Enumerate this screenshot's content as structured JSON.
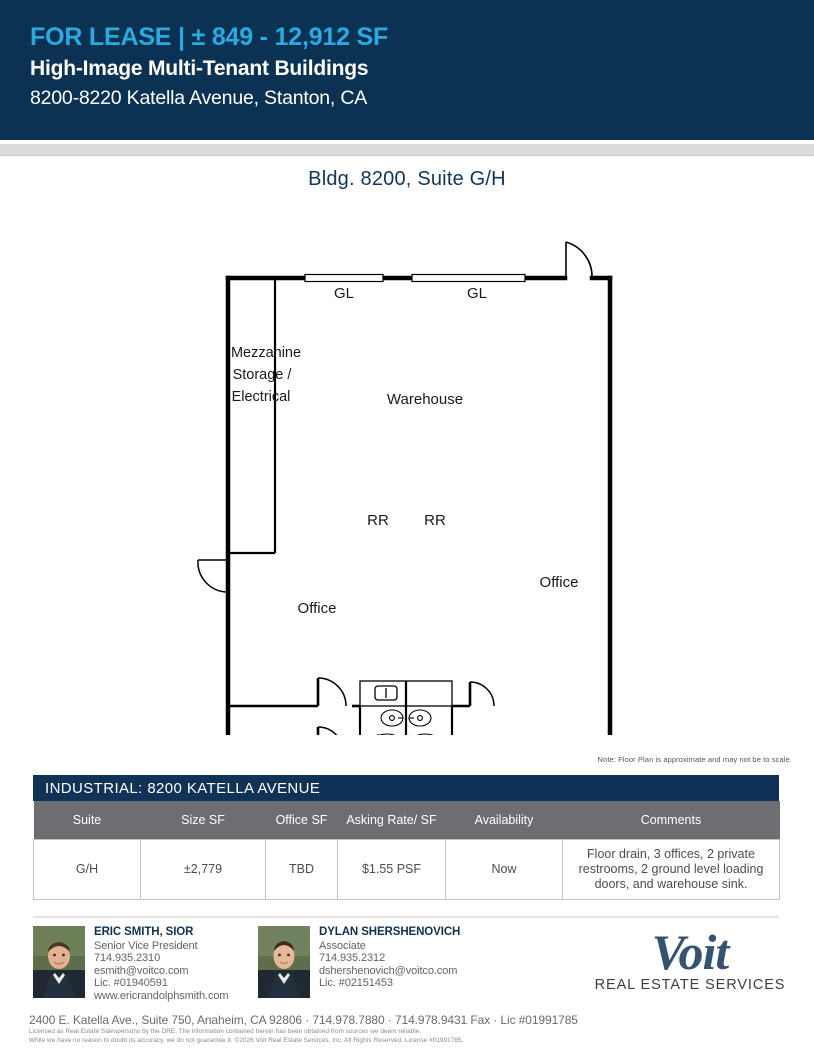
{
  "header": {
    "lease_line": "FOR LEASE | ± 849 - 12,912 SF",
    "subtitle": "High-Image Multi-Tenant Buildings",
    "address": "8200-8220 Katella Avenue, Stanton, CA",
    "accent_color": "#29abe2",
    "background_color": "#0b3253"
  },
  "plan": {
    "title": "Bldg. 8200, Suite G/H",
    "note": "Note: Floor Plan is approximate and may not be to scale.",
    "labels": {
      "gl_left": "GL",
      "gl_right": "GL",
      "mezzanine_line1": "Mezzanine",
      "mezzanine_line2": "Storage /",
      "mezzanine_line3": "Electrical",
      "warehouse": "Warehouse",
      "rr_left": "RR",
      "rr_right": "RR",
      "office_left": "Office",
      "office_right": "Office"
    }
  },
  "table": {
    "title": "INDUSTRIAL: 8200 KATELLA AVENUE",
    "title_color": "#103257",
    "header_color": "#6d6e71",
    "columns": [
      "Suite",
      "Size SF",
      "Office SF",
      "Asking Rate/ SF",
      "Availability",
      "Comments"
    ],
    "rows": [
      {
        "suite": "G/H",
        "size_sf": "±2,779",
        "office_sf": "TBD",
        "asking_rate": "$1.55 PSF",
        "availability": "Now",
        "comments": "Floor drain, 3 offices, 2 private restrooms, 2 ground level loading doors, and warehouse sink."
      }
    ]
  },
  "agents": [
    {
      "name": "ERIC SMITH, SIOR",
      "title": "Senior Vice President",
      "phone": "714.935.2310",
      "email": "esmith@voitco.com",
      "license": "Lic. #01940591",
      "website": "www.ericrandolphsmith.com"
    },
    {
      "name": "DYLAN SHERSHENOVICH",
      "title": "Associate",
      "phone": "714.935.2312",
      "email": "dshershenovich@voitco.com",
      "license": "Lic. #02151453",
      "website": ""
    }
  ],
  "logo": {
    "wordmark": "Voit",
    "tagline": "REAL ESTATE SERVICES",
    "color": "#35536f"
  },
  "footer": {
    "office_line": "2400 E. Katella Ave., Suite 750, Anaheim, CA 92806  ·  714.978.7880  ·  714.978.9431 Fax  ·  Lic #01991785",
    "disclaimer_line1": "Licensed as Real Estate Salespersons by the DRE. The information contained herein has been obtained from sources we deem reliable.",
    "disclaimer_line2": "While we have no reason to doubt its accuracy, we do not guarantee it. ©2026 Voit Real Estate Services, Inc. All Rights Reserved. License #01991785."
  }
}
